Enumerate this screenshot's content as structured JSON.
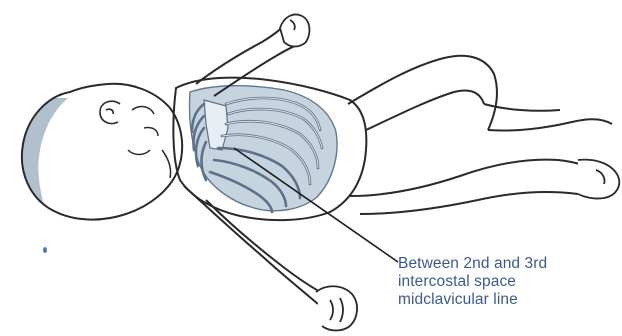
{
  "annotation": {
    "lines": [
      "Between 2nd and 3rd",
      "intercostal space",
      "midclavicular line"
    ]
  },
  "colors": {
    "outline": "#2a2a2a",
    "skin": "#ffffff",
    "head_shade": "#aab9c9",
    "rib_fill": "#c3d2df",
    "rib_stroke": "#5c7288",
    "label_text": "#3b5b8f",
    "dot": "#4a78b8"
  }
}
